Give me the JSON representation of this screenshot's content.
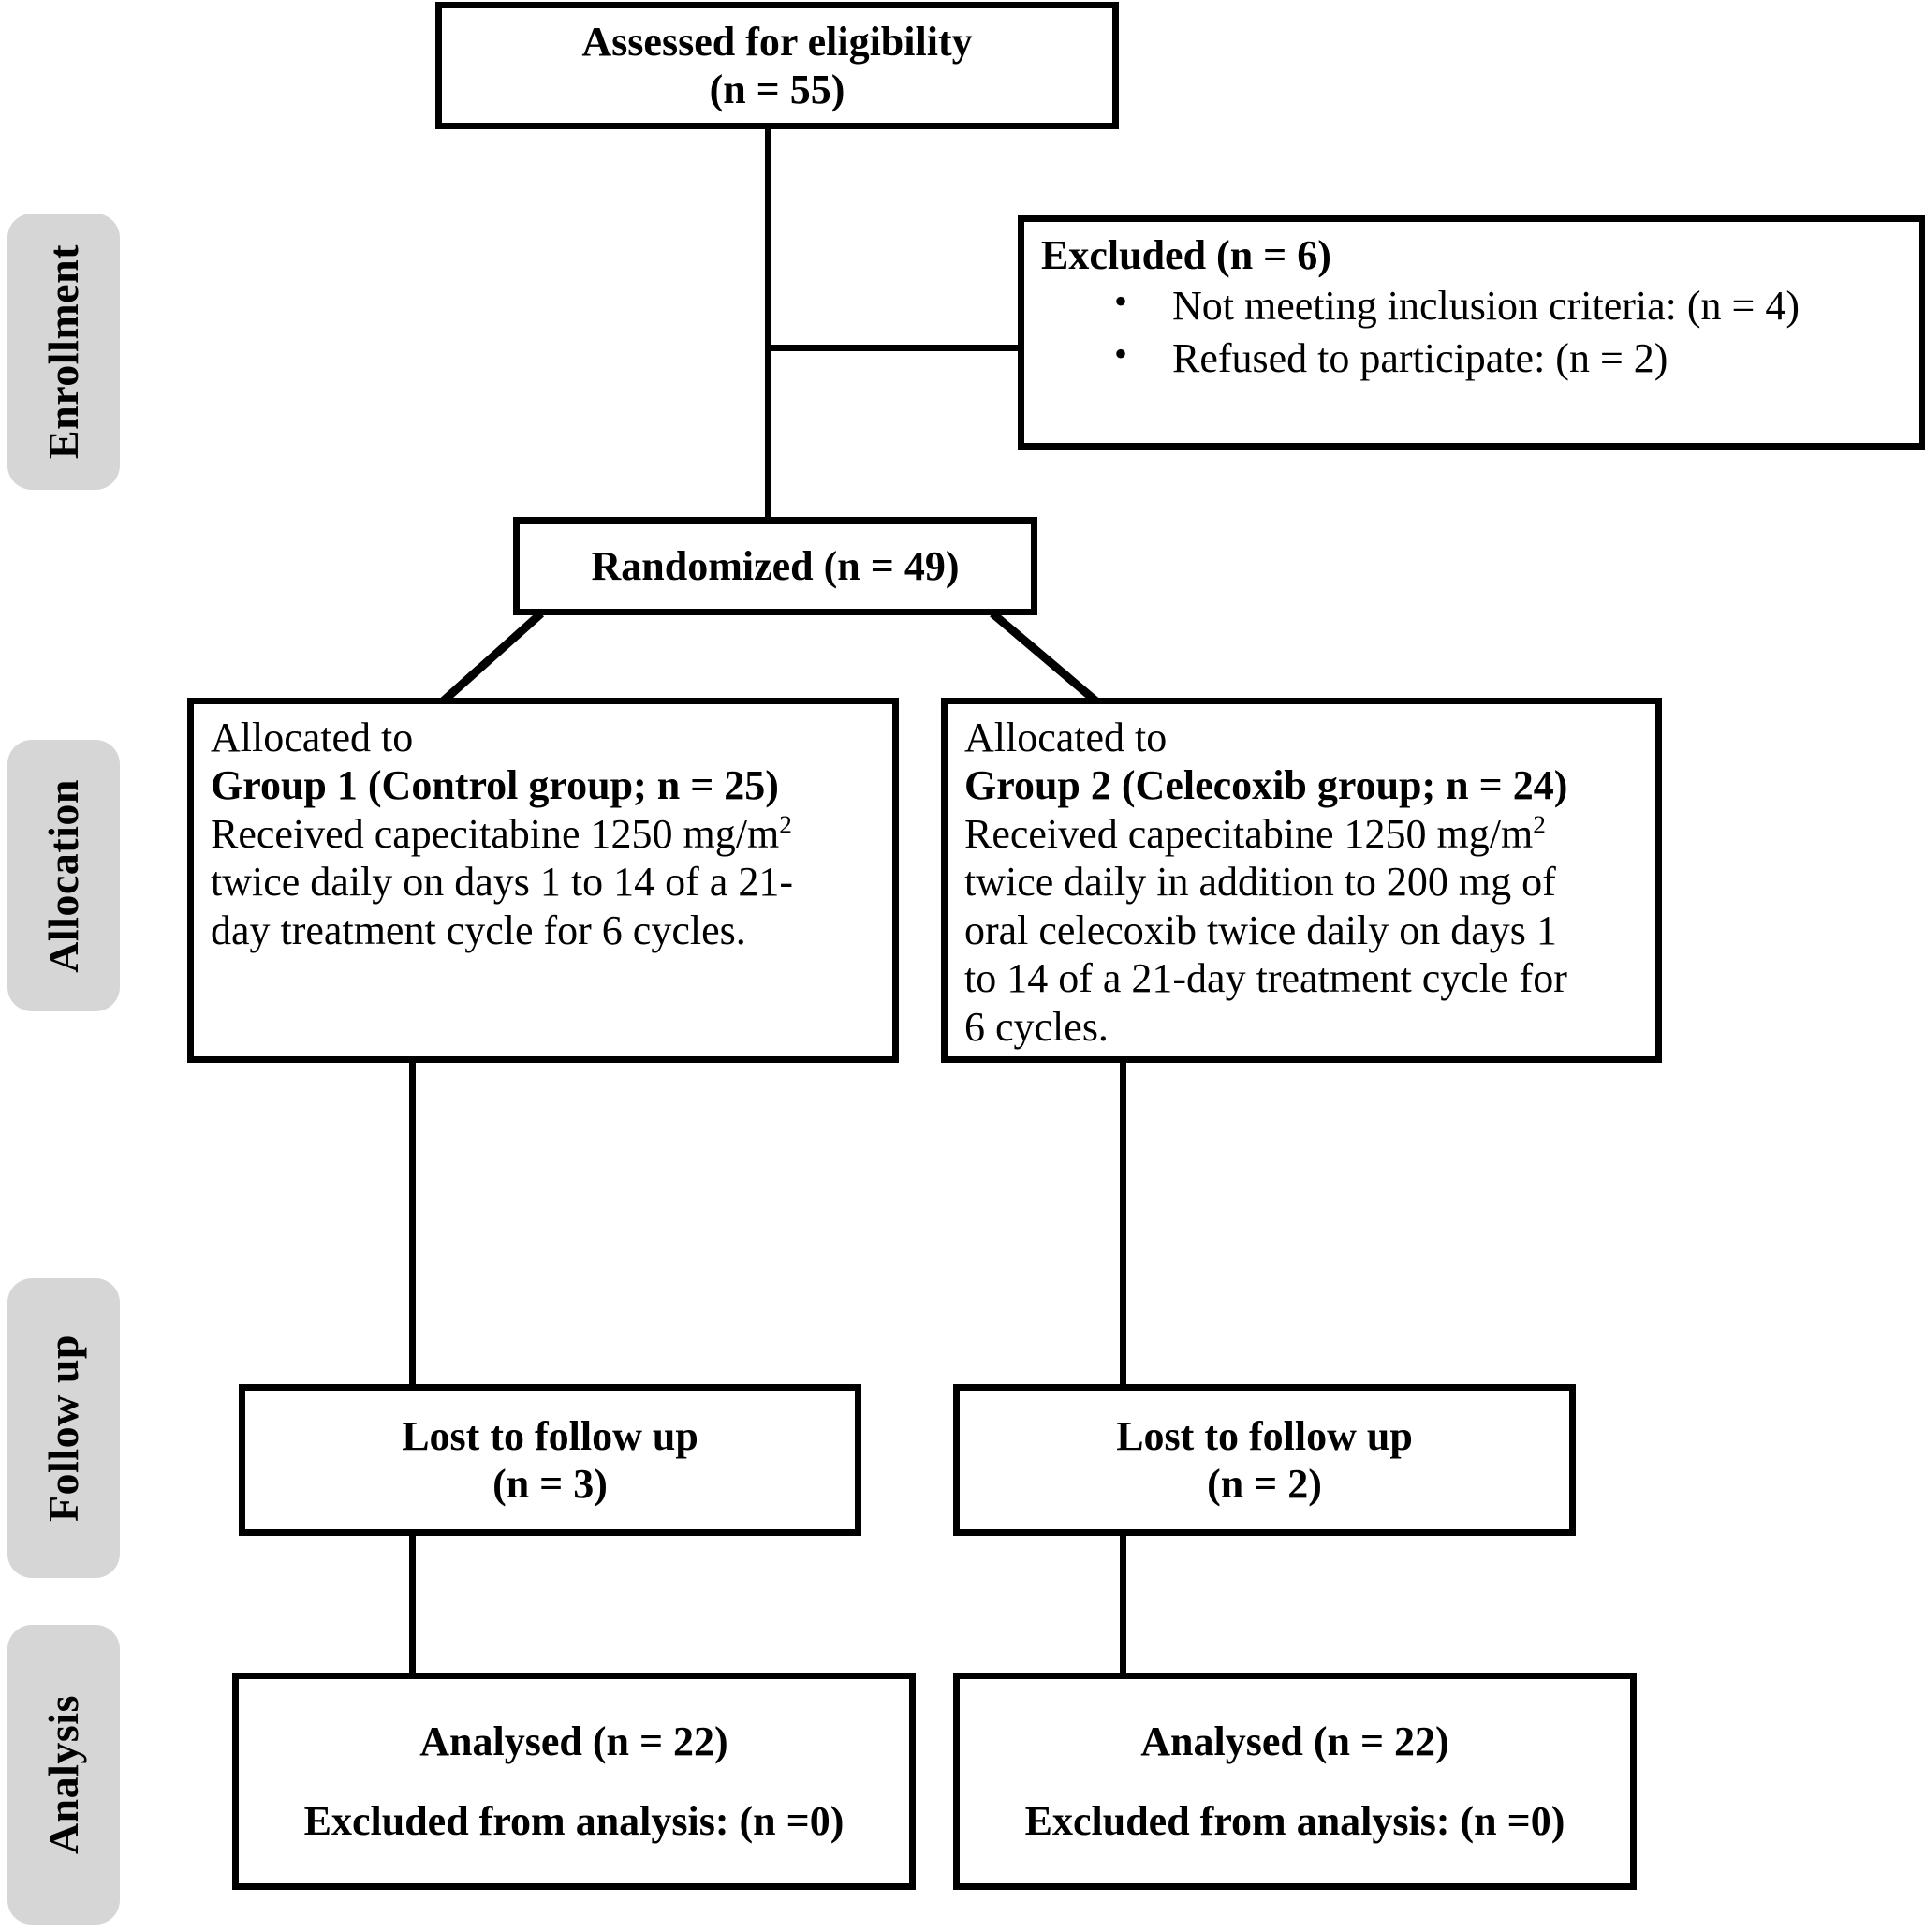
{
  "diagram": {
    "title": "CONSORT participant flow diagram",
    "colors": {
      "stage_tab_bg": "#d6d6d6",
      "box_border": "#000000",
      "box_bg": "#ffffff",
      "text": "#000000"
    }
  },
  "stages": [
    {
      "label": "Enrollment"
    },
    {
      "label": "Allocation"
    },
    {
      "label": "Follow up"
    },
    {
      "label": "Analysis"
    }
  ],
  "boxes": {
    "assessed": {
      "line1": "Assessed for eligibility",
      "line2": "(n = 55)"
    },
    "excluded": {
      "heading": "Excluded (n = 6)",
      "items": [
        "Not meeting inclusion criteria: (n = 4)",
        "Refused to participate: (n = 2)"
      ]
    },
    "randomized": {
      "line1": "Randomized (n = 49)"
    },
    "allocation_left": {
      "line1": "Allocated to",
      "line2": "Group 1 (Control group; n = 25)",
      "line3_pre": "Received capecitabine 1250 mg/m",
      "line3_sup": "2",
      "line3_post": "\ntwice daily on days 1 to 14 of a 21-\nday treatment cycle for 6 cycles."
    },
    "allocation_right": {
      "line1": "Allocated to",
      "line2": "Group 2 (Celecoxib group; n = 24)",
      "line3_pre": "Received capecitabine 1250 mg/m",
      "line3_sup": "2",
      "line3_post": "\ntwice daily in addition to 200 mg of\noral celecoxib twice daily on days 1\nto 14 of a 21-day treatment cycle for\n6 cycles."
    },
    "followup_left": {
      "line1": "Lost to follow up",
      "line2": "(n = 3)"
    },
    "followup_right": {
      "line1": "Lost to follow up",
      "line2": "(n = 2)"
    },
    "analysis_left": {
      "line1": "Analysed (n = 22)",
      "line2": "Excluded from analysis: (n =0)"
    },
    "analysis_right": {
      "line1": "Analysed (n = 22)",
      "line2": "Excluded from analysis: (n =0)"
    }
  }
}
